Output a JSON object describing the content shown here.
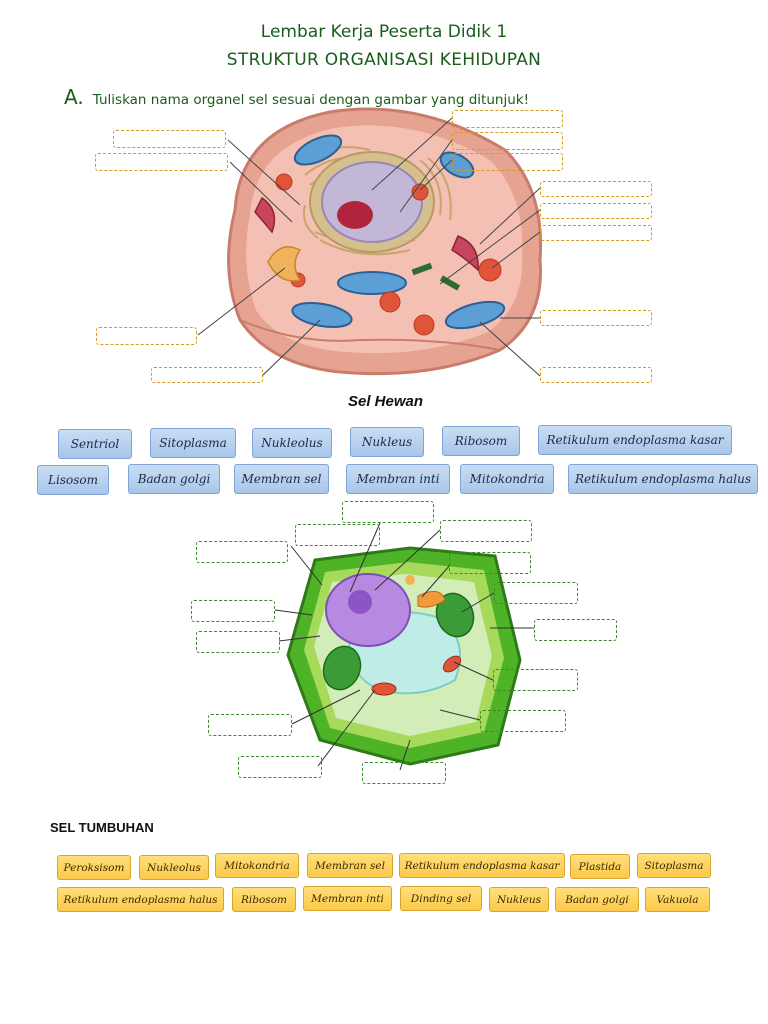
{
  "header": {
    "title_line1": "Lembar Kerja Peserta Didik 1",
    "title_line2": "STRUKTUR ORGANISASI KEHIDUPAN",
    "section_letter": "A.",
    "instruction": "Tuliskan nama organel sel sesuai dengan gambar yang ditunjuk!"
  },
  "animal_cell": {
    "caption": "Sel Hewan",
    "word_bank": [
      "Sentriol",
      "Sitoplasma",
      "Nukleolus",
      "Nukleus",
      "Ribosom",
      "Retikulum endoplasma kasar",
      "Lisosom",
      "Badan golgi",
      "Membran sel",
      "Membran inti",
      "Mitokondria",
      "Retikulum endoplasma halus"
    ]
  },
  "plant_cell": {
    "caption": "SEL TUMBUHAN",
    "word_bank": [
      "Peroksisom",
      "Nukleolus",
      "Mitokondria",
      "Membran sel",
      "Retikulum endoplasma kasar",
      "Plastida",
      "Sitoplasma",
      "Retikulum endoplasma halus",
      "Ribosom",
      "Membran inti",
      "Dinding sel",
      "Nukleus",
      "Badan golgi",
      "Vakuola"
    ]
  },
  "colors": {
    "title_green": "#1a5c1a",
    "animal_box_border": "#d79a1a",
    "plant_box_border": "#3e8a2e",
    "blue_chip": "#b5d0ee",
    "yellow_chip": "#fdd35f"
  }
}
